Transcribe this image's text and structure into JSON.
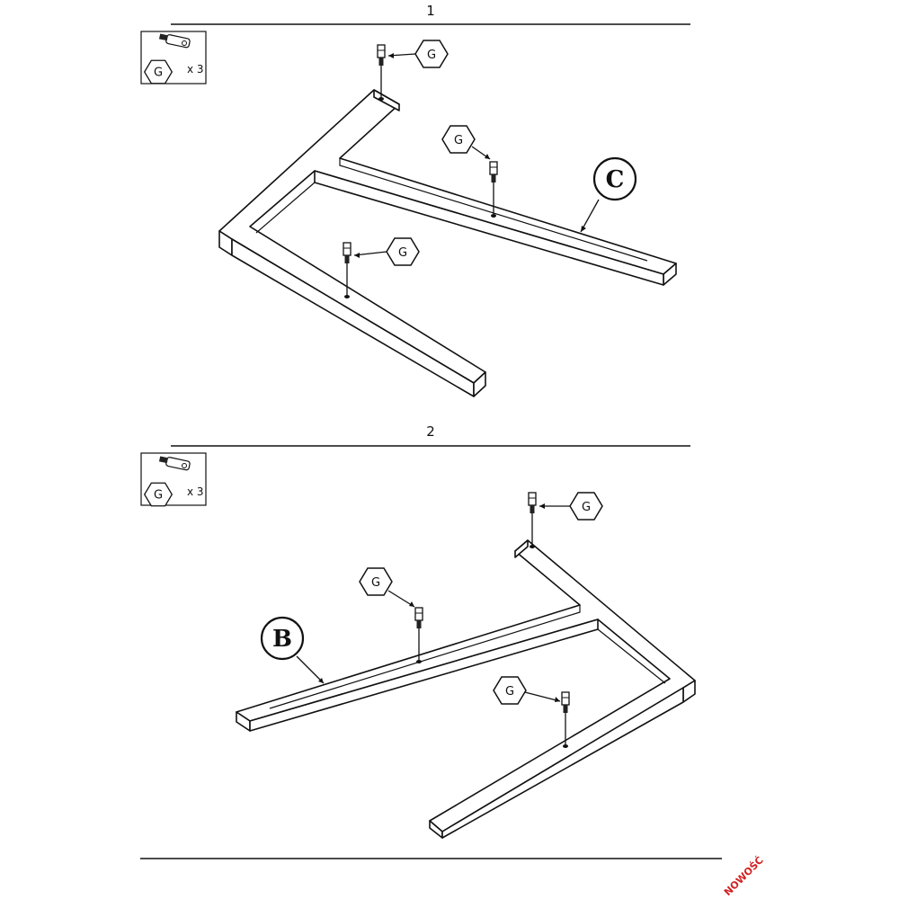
{
  "steps": [
    {
      "number": "1",
      "legend": {
        "hardware_label": "G",
        "quantity": "x 3"
      },
      "part_label": "C",
      "callouts": [
        "G",
        "G",
        "G"
      ]
    },
    {
      "number": "2",
      "legend": {
        "hardware_label": "G",
        "quantity": "x 3"
      },
      "part_label": "B",
      "callouts": [
        "G",
        "G",
        "G"
      ]
    }
  ],
  "badge": "NOWOŚĆ"
}
